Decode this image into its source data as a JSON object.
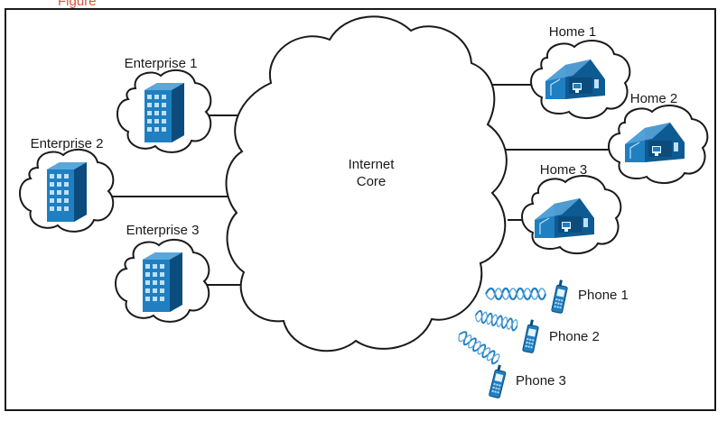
{
  "header": {
    "fragment_text": "Figure"
  },
  "core": {
    "label_line1": "Internet",
    "label_line2": "Core"
  },
  "enterprises": [
    {
      "label": "Enterprise 1",
      "icon": "building-icon"
    },
    {
      "label": "Enterprise 2",
      "icon": "building-icon"
    },
    {
      "label": "Enterprise 3",
      "icon": "building-icon"
    }
  ],
  "homes": [
    {
      "label": "Home 1",
      "icon": "house-icon"
    },
    {
      "label": "Home 2",
      "icon": "house-icon"
    },
    {
      "label": "Home 3",
      "icon": "house-icon"
    }
  ],
  "phones": [
    {
      "label": "Phone 1",
      "icon": "phone-icon"
    },
    {
      "label": "Phone 2",
      "icon": "phone-icon"
    },
    {
      "label": "Phone 3",
      "icon": "phone-icon"
    }
  ],
  "colors": {
    "device_blue": "#1f7fc1",
    "device_dark": "#0e5a92",
    "header_fragment": "#d9553a",
    "line": "#1a1a1a"
  }
}
